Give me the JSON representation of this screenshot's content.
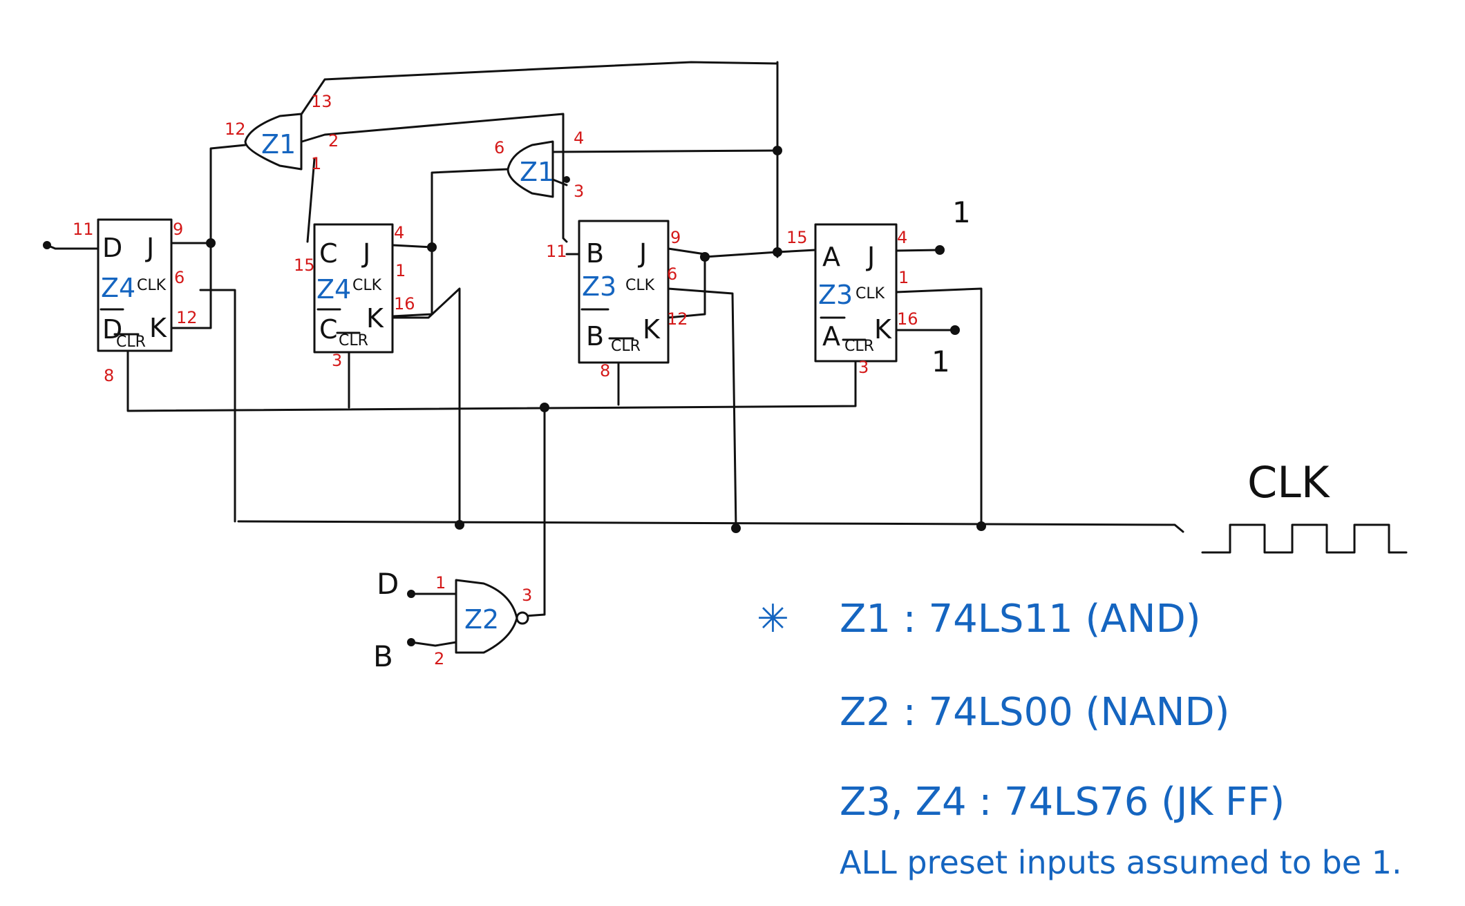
{
  "flip_flops": [
    {
      "id": "D",
      "j": "J",
      "clk": "CLK",
      "k": "K",
      "q": "D",
      "qbar": "D",
      "clr": "CLR",
      "chip": "Z4",
      "pins": {
        "in": "11",
        "j": "9",
        "clk": "6",
        "k": "12",
        "clr": "8"
      }
    },
    {
      "id": "C",
      "j": "J",
      "clk": "CLK",
      "k": "K",
      "q": "C",
      "qbar": "C",
      "clr": "CLR",
      "chip": "Z4",
      "pins": {
        "in": "15",
        "j": "4",
        "clk": "1",
        "k": "16",
        "clr": "3"
      }
    },
    {
      "id": "B",
      "j": "J",
      "clk": "CLK",
      "k": "K",
      "q": "B",
      "qbar": "B",
      "clr": "CLR",
      "chip": "Z3",
      "pins": {
        "in": "11",
        "j": "9",
        "clk": "6",
        "k": "12",
        "clr": "8"
      }
    },
    {
      "id": "A",
      "j": "J",
      "clk": "CLK",
      "k": "K",
      "q": "A",
      "qbar": "A",
      "clr": "CLR",
      "chip": "Z3",
      "pins": {
        "in": "15",
        "j": "4",
        "clk": "1",
        "k": "16",
        "clr": "3"
      }
    }
  ],
  "gates": {
    "and1": {
      "chip": "Z1",
      "pins": {
        "out": "12",
        "in_a": "13",
        "in_b": "2",
        "in_c": "1"
      }
    },
    "and2": {
      "chip": "Z1",
      "pins": {
        "out": "6",
        "in_a": "4",
        "in_b": "3"
      }
    },
    "nand": {
      "chip": "Z2",
      "pins": {
        "in_a": "1",
        "in_b": "2",
        "out": "3"
      },
      "inputs": [
        "D",
        "B"
      ]
    }
  },
  "tie_high": [
    "1",
    "1"
  ],
  "clock": {
    "label": "CLK"
  },
  "notes": {
    "asterisk": "✳",
    "lines": [
      "Z1 : 74LS11 (AND)",
      "Z2 : 74LS00 (NAND)",
      "Z3, Z4 : 74LS76 (JK FF)"
    ],
    "footer": "ALL preset inputs assumed to be 1."
  },
  "colors": {
    "ink": "#111111",
    "pin_numbers": "#d41919",
    "annotations": "#1565c0"
  }
}
